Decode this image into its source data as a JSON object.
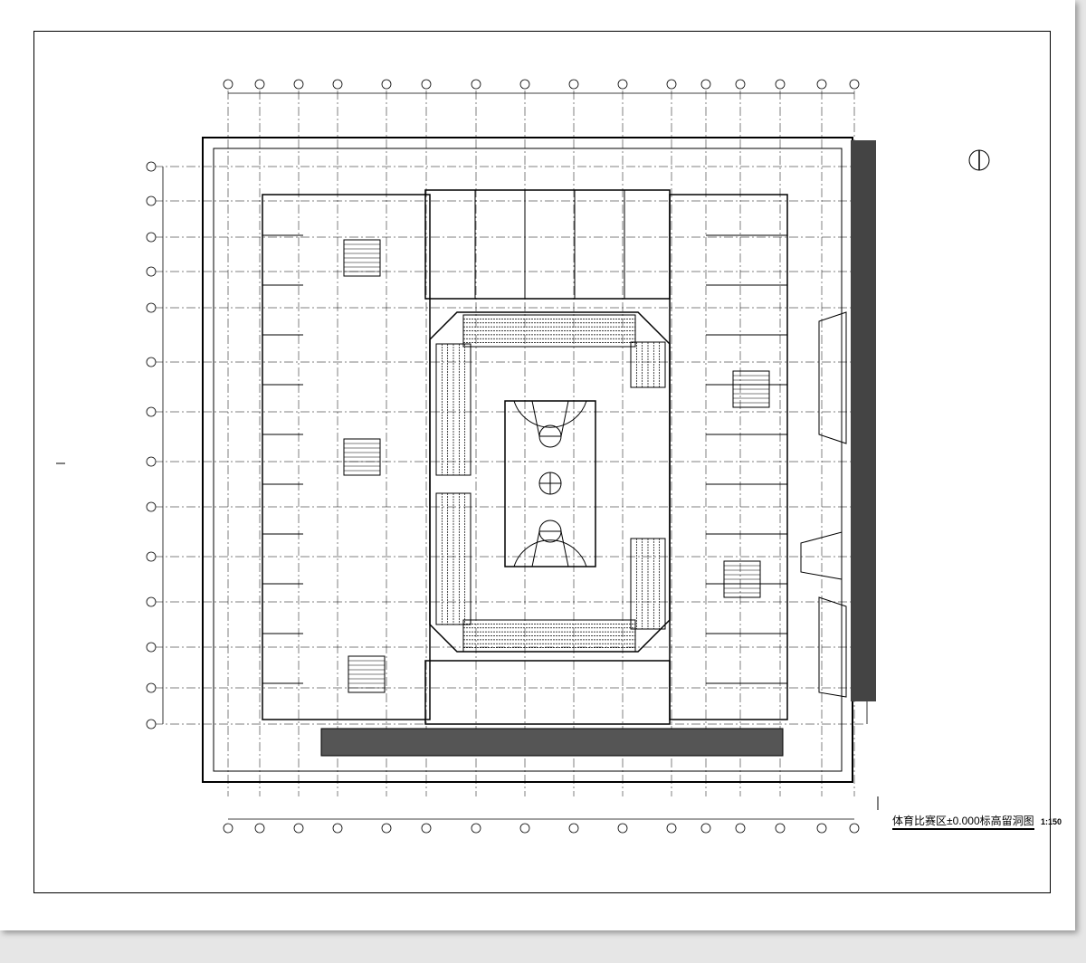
{
  "drawing": {
    "title": "体育比赛区±0.000标高留洞图",
    "scale": "1:150",
    "type": "architectural floor plan",
    "features": [
      "basketball-court",
      "spectator-seating",
      "structural-grid",
      "north-arrow",
      "dimension-lines"
    ]
  },
  "colors": {
    "line": "#000000",
    "paper": "#ffffff",
    "background": "#e6e6e6"
  }
}
